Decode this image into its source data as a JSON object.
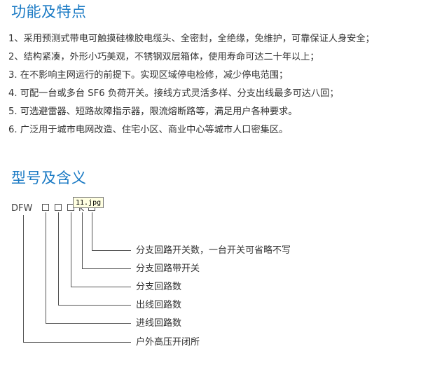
{
  "section1": {
    "title": "功能及特点"
  },
  "features": [
    "1、采用预测式带电可触摸硅橡胶电缆头、全密封，全绝缘，免维护，可靠保证人身安全；",
    "2、结构紧凑，外形小巧美观，不锈钢双层箱体，使用寿命可达二十年以上；",
    "3. 在不影响主网运行的前提下。实现区域停电检修，减少停电范围；",
    "4. 可配一台或多台 SF6 负荷开关。接线方式灵活多样、分支出线最多可达八回；",
    "5. 可选避雷器、短路故障指示器，限流熔断路等，满足用户各种要求。",
    "6. 广泛用于城市电网改造、住宅小区、商业中心等城市人口密集区。"
  ],
  "section2": {
    "title": "型号及含义"
  },
  "model": {
    "prefix": "DFW",
    "k_char": "K"
  },
  "tooltip": {
    "text": "11.jpg"
  },
  "meanings": [
    "分支回路开关数，一台开关可省略不写",
    "分支回路带开关",
    "分支回路数",
    "出线回路数",
    "进线回路数",
    "户外高压开闭所"
  ]
}
